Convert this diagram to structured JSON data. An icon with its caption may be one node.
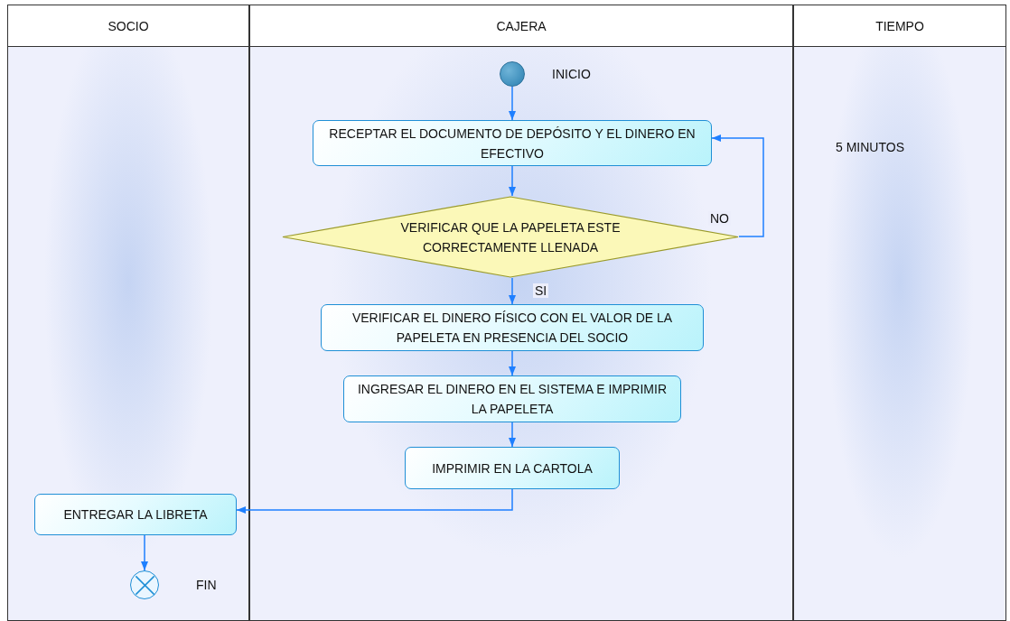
{
  "diagram": {
    "nodes": [
      {
        "text": [
          "SOCIO"
        ]
      },
      {
        "text": [
          "CAJERA"
        ]
      },
      {
        "text": [
          "TIEMPO"
        ]
      },
      {
        "text": [],
        "shape": "circle",
        "in": 1,
        "beside": [
          "INICIO"
        ]
      },
      {
        "text": [
          "RECEPTAR EL DOCUMENTO DE DEPÓSITO Y EL DINERO EN EFECTIVO"
        ],
        "in": 1
      },
      {
        "text": [
          "VERIFICAR QUE LA PAPELETA ESTE CORRECTAMENTE LLENADA"
        ],
        "in": 1
      },
      {
        "text": [
          "VERIFICAR EL DINERO FÍSICO CON EL VALOR DE LA PAPELETA EN PRESENCIA DEL SOCIO"
        ],
        "in": 1
      },
      {
        "text": [
          "INGRESAR EL DINERO EN EL SISTEMA E IMPRIMIR LA PAPELETA"
        ],
        "in": 1
      },
      {
        "text": [
          "IMPRIMIR EN LA CARTOLA"
        ],
        "in": 1
      },
      {
        "text": [
          "ENTREGAR LA LIBRETA"
        ],
        "in": 0
      },
      {
        "text": [],
        "shape": "circle",
        "in": 0,
        "beside": [
          "FIN"
        ]
      }
    ],
    "edges": [
      {
        "from": 3,
        "to": 4,
        "arrow": "to"
      },
      {
        "from": 4,
        "to": 5,
        "arrow": "to"
      },
      {
        "from": 5,
        "to": 4,
        "arrow": "to",
        "label": "NO"
      },
      {
        "from": 5,
        "to": 6,
        "arrow": "to",
        "label": "SI"
      },
      {
        "from": 6,
        "to": 7,
        "arrow": "to"
      },
      {
        "from": 7,
        "to": 8,
        "arrow": "to"
      },
      {
        "from": 8,
        "to": 9,
        "arrow": "to"
      },
      {
        "from": 9,
        "to": 10,
        "arrow": "to"
      }
    ],
    "labels": [
      "5 MINUTOS"
    ]
  }
}
